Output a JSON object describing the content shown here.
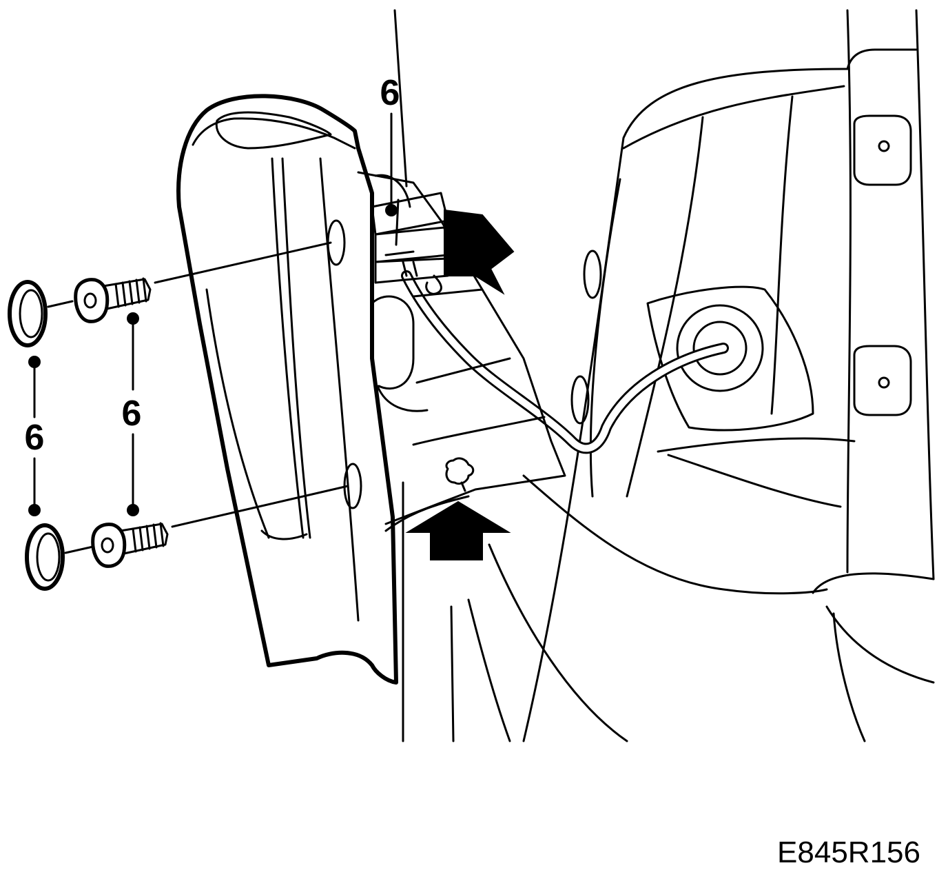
{
  "figure": {
    "reference_code": "E845R156",
    "callouts": {
      "connector": "6",
      "screws": "6",
      "caps": "6"
    },
    "colors": {
      "line": "#000000",
      "background": "#ffffff"
    }
  }
}
